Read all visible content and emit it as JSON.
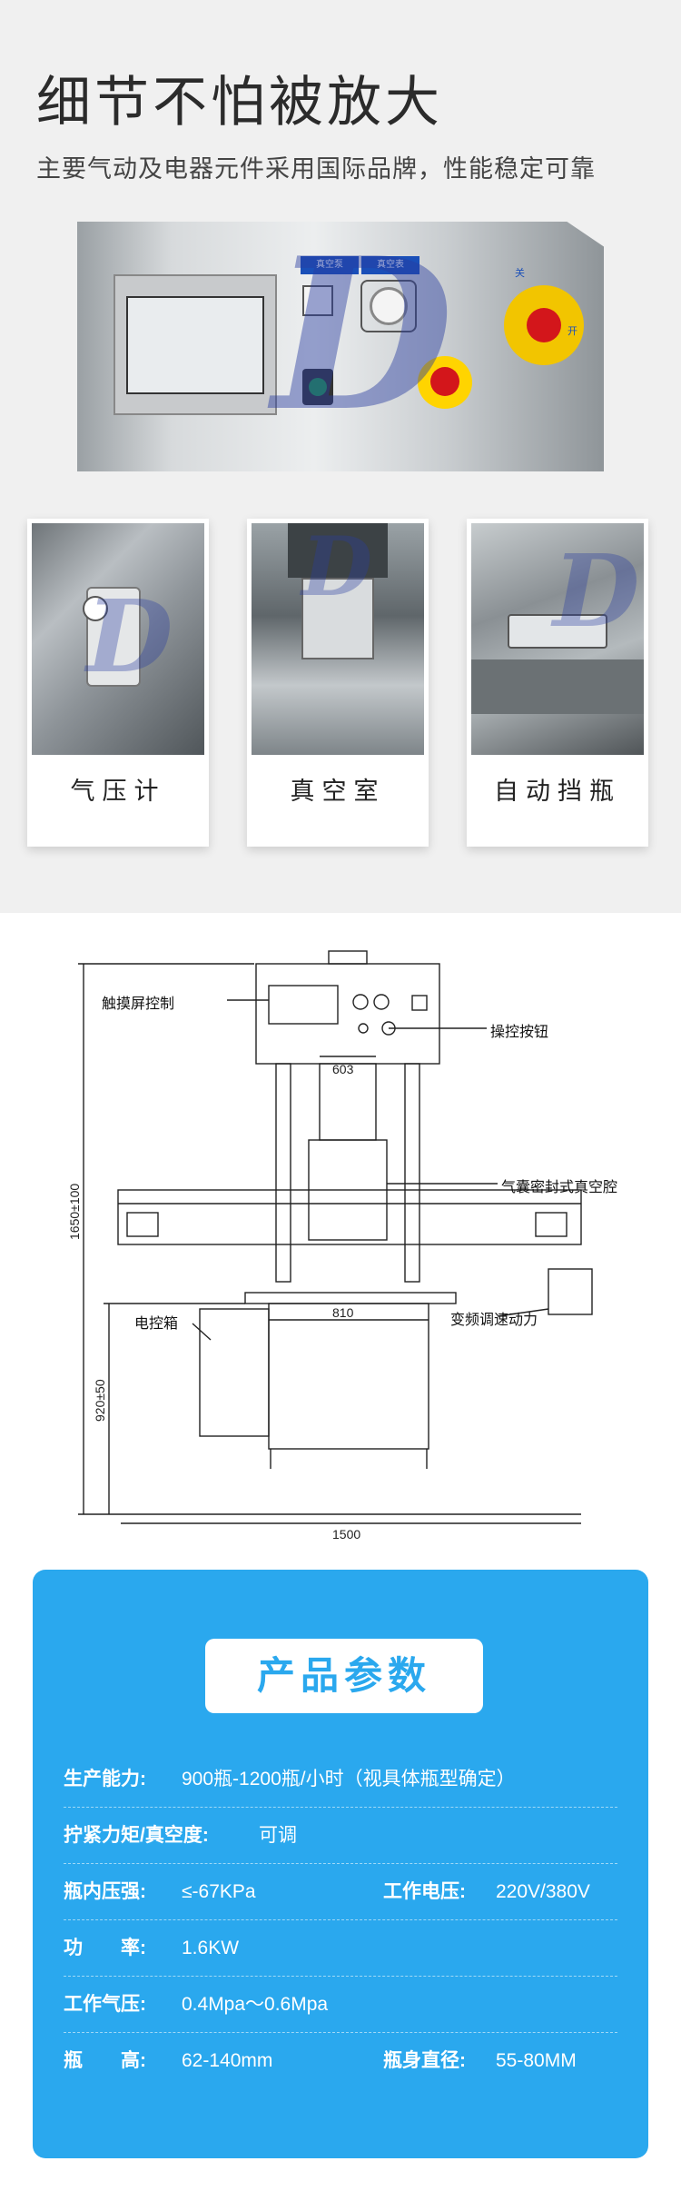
{
  "details": {
    "title": "细节不怕被放大",
    "subtitle": "主要气动及电器元件采用国际品牌，性能稳定可靠",
    "panel_labels": {
      "vacuum_pump": "真空泵",
      "vacuum_gauge": "真空表",
      "off": "关",
      "on": "开"
    },
    "thumbnails": [
      {
        "caption": "气压计"
      },
      {
        "caption": "真空室"
      },
      {
        "caption": "自动挡瓶"
      }
    ]
  },
  "drawing": {
    "callouts": {
      "touchscreen": "触摸屏控制",
      "buttons": "操控按钮",
      "chamber": "气囊密封式真空腔",
      "cabinet": "电控箱",
      "motor": "变频调速动力"
    },
    "dimensions": {
      "top_width": "603",
      "mid_width": "810",
      "base_width": "1500",
      "total_height": "1650±100",
      "table_height": "920±50"
    }
  },
  "params": {
    "heading": "产品参数",
    "rows": [
      {
        "items": [
          {
            "key": "生产能力:",
            "value": "900瓶-1200瓶/小时（视具体瓶型确定）"
          }
        ]
      },
      {
        "items": [
          {
            "key": "拧紧力矩/真空度:",
            "value": "可调"
          }
        ]
      },
      {
        "items": [
          {
            "key": "瓶内压强:",
            "value": "≤-67KPa"
          },
          {
            "key": "工作电压:",
            "value": "220V/380V"
          }
        ]
      },
      {
        "items": [
          {
            "key": "功　　率:",
            "value": "1.6KW"
          }
        ]
      },
      {
        "items": [
          {
            "key": "工作气压:",
            "value": "0.4Mpa～0.6Mpa"
          }
        ]
      },
      {
        "items": [
          {
            "key": "瓶　　高:",
            "value": "62-140mm"
          },
          {
            "key": "瓶身直径:",
            "value": "55-80MM"
          }
        ]
      }
    ]
  },
  "colors": {
    "accent_blue": "#2aa8ee",
    "panel_blue": "#1a4fb8",
    "estop_red": "#d3161b",
    "estop_yellow": "#ffd400"
  }
}
